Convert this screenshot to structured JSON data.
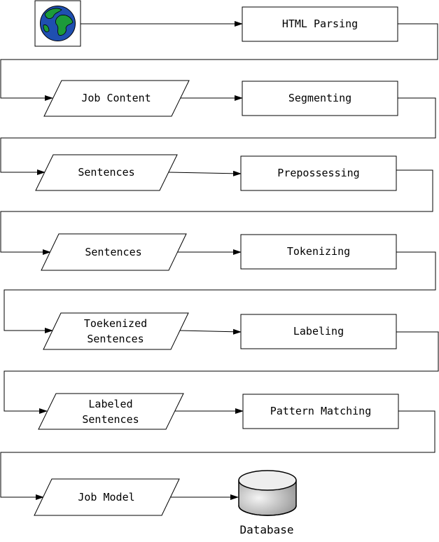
{
  "diagram": {
    "processes": [
      "HTML Parsing",
      "Segmenting",
      "Prepossessing",
      "Tokenizing",
      "Labeling",
      "Pattern Matching"
    ],
    "data_items": [
      [
        "Job Content"
      ],
      [
        "Sentences"
      ],
      [
        "Sentences"
      ],
      [
        "Toekenized",
        "Sentences"
      ],
      [
        "Labeled",
        "Sentences"
      ],
      [
        "Job Model"
      ]
    ],
    "source_icon": "globe-icon",
    "sink": {
      "icon": "database-cylinder-icon",
      "label": "Database"
    },
    "colors": {
      "globe_water": "#1f4fb0",
      "globe_land": "#1c9a3a",
      "cylinder_fill": "#c8c8c8",
      "cylinder_top": "#eeeeee"
    }
  }
}
